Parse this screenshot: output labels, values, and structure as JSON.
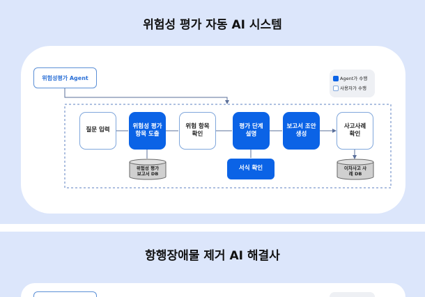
{
  "section1": {
    "title": "위험성 평가 자동 AI 시스템",
    "agent_label": "위험성평가 Agent",
    "legend": {
      "agent": "Agent가 수행",
      "user": "사용자가 수행"
    },
    "nodes": [
      "질문 입력",
      "위험성 평가 항목 도출",
      "위험 항목 확인",
      "평가 단계 설명",
      "보고서 조안 생성",
      "사고사례 확인"
    ],
    "format_check": "서식 확인",
    "db1": "위험성 평가 보고서 DB",
    "db2": "이차사고 사례 DB"
  },
  "section2": {
    "title": "항행장애물 제거 AI 해결사"
  },
  "colors": {
    "background": "#dce6fb",
    "agent_blue": "#0b63e6",
    "user_border": "#7fa6db"
  }
}
